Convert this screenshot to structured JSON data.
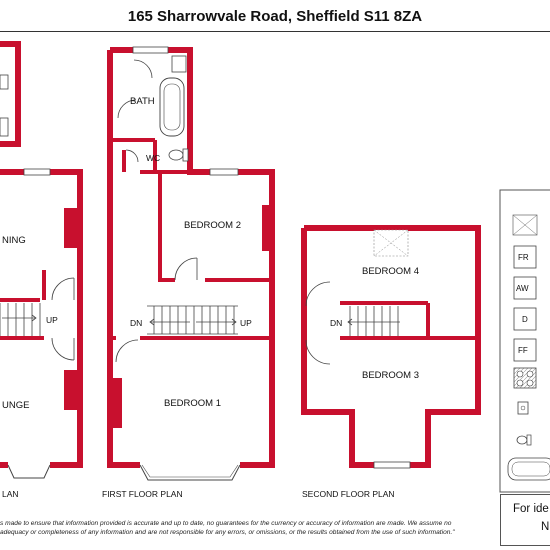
{
  "title": "165 Sharrowvale Road, Sheffield S11 8ZA",
  "plans": {
    "ground": {
      "name_partial": "LAN",
      "rooms": {
        "dining": "NING",
        "lounge": "UNGE"
      },
      "labels": {
        "up": "UP"
      }
    },
    "first": {
      "name": "FIRST FLOOR PLAN",
      "rooms": {
        "bath": "BATH",
        "wc": "WC",
        "bedroom2": "BEDROOM 2",
        "bedroom1": "BEDROOM 1"
      },
      "labels": {
        "dn": "DN",
        "up": "UP"
      }
    },
    "second": {
      "name": "SECOND FLOOR PLAN",
      "rooms": {
        "bedroom4": "BEDROOM 4",
        "bedroom3": "BEDROOM 3"
      },
      "labels": {
        "dn": "DN"
      }
    }
  },
  "legend": {
    "items": [
      {
        "label": "",
        "icon": "skylight-icon"
      },
      {
        "label": "FR",
        "icon": "fridge-icon"
      },
      {
        "label": "AW",
        "icon": "washer-icon"
      },
      {
        "label": "D",
        "icon": "dryer-icon"
      },
      {
        "label": "FF",
        "icon": "fridge-freezer-icon"
      },
      {
        "label": "",
        "icon": "hob-icon"
      },
      {
        "label": "",
        "icon": "sink-icon"
      },
      {
        "label": "",
        "icon": "toilet-icon"
      },
      {
        "label": "",
        "icon": "bath-icon"
      }
    ]
  },
  "footer_box": {
    "line1": "For ide",
    "line2": "N"
  },
  "disclaimer": {
    "line1": "s made to ensure that information provided is accurate and up to date, no guarantees for the currency or accuracy of information are made. We assume no",
    "line2": "adequacy or completeness of any information and are not responsible for any errors, or omissions, or the results obtained from the use of such information.\""
  },
  "colors": {
    "wall": "#c8102e",
    "line": "#444444"
  }
}
